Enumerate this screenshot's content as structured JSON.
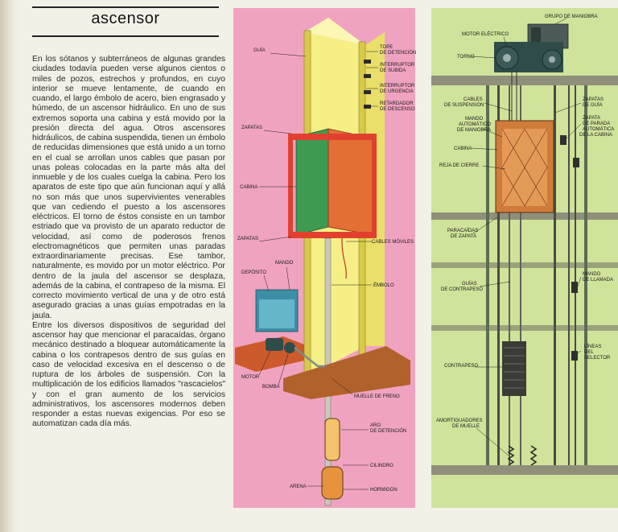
{
  "title": "ascensor",
  "article": {
    "paragraphs": [
      "En los sótanos y subterráneos de algunas grandes ciudades todavía pueden verse algunos cientos o miles de pozos, estrechos y profundos, en cuyo interior se mueve lentamente, de cuando en cuando, el largo émbolo de acero, bien engrasado y húmedo, de un ascensor hidráulico. En uno de sus extremos soporta una cabina y está movido por la presión directa del agua. Otros ascensores hidráulicos, de cabina suspendida, tienen un émbolo de reducidas dimensiones que está unido a un torno en el cual se arrollan unos cables que pasan por unas poleas colocadas en la parte más alta del inmueble y de los cuales cuelga la cabina. Pero los aparatos de este tipo que aún funcionan aquí y allá no son más que unos supervivientes venerables que van cediendo el puesto a los ascensores eléctricos. El torno de éstos consiste en un tambor estriado que va provisto de un aparato reductor de velocidad, así como de poderosos frenos electromagnéticos que permiten unas paradas extraordinariamente precisas. Ese tambor, naturalmente, es movido por un motor eléctrico. Por dentro de la jaula del ascensor se desplaza, además de la cabina, el contrapeso de la misma. El correcto movimiento vertical de una y de otro está asegurado gracias a unas guías empotradas en la jaula.",
      "Entre los diversos dispositivos de seguridad del ascensor hay que mencionar el paracaídas, órgano mecánico destinado a bloquear automáticamente la cabina o los contrapesos dentro de sus guías en caso de velocidad excesiva en el descenso o de ruptura de los árboles de suspensión. Con la multiplicación de los edificios llamados \"rascacielos\" y con el gran aumento de los servicios administrativos, los ascensores modernos deben responder a estas nuevas exigencias. Por eso se automatizan cada día más."
    ]
  },
  "diagram_hydraulic": {
    "labels": {
      "guia": "GUÍA",
      "zapatas_top": "ZAPATAS",
      "cabina": "CABINA",
      "zapatas_bottom": "ZAPATAS",
      "tope_line1": "TOPE",
      "tope_line2": "DE DETENCIÓN",
      "int_subida_line1": "INTERRUPTOR",
      "int_subida_line2": "DE SUBIDA",
      "int_urgencia_line1": "INTERRUPTOR",
      "int_urgencia_line2": "DE URGENCIA",
      "retardador_line1": "RETARDADOR",
      "retardador_line2": "DE DESCENSO",
      "cables_moviles": "CABLES MÓVILES",
      "mando": "MANDO",
      "deposito": "DEPÓSITO",
      "embolo": "ÉMBOLO",
      "motor": "MOTOR",
      "bomba": "BOMBA",
      "muelle_freno": "MUELLE DE FRENO",
      "aro_line1": "ARO",
      "aro_line2": "DE DETENCIÓN",
      "cilindro": "CILINDRO",
      "arena": "ARENA",
      "hormigon": "HORMIGÓN"
    }
  },
  "diagram_electric": {
    "labels": {
      "grupo_maniobra": "GRUPO DE MANIOBRA",
      "motor_electrico": "MOTOR ELÉCTRICO",
      "torno": "TORNO",
      "cables_susp_line1": "CABLES",
      "cables_susp_line2": "DE SUSPENSIÓN",
      "zapatas_guia_line1": "ZAPATAS",
      "zapatas_guia_line2": "DE GUÍA",
      "mando_auto_line1": "MANDO",
      "mando_auto_line2": "AUTOMÁTICO",
      "mando_auto_line3": "DE MANIOBRA",
      "zapata_parada_line1": "ZAPATA",
      "zapata_parada_line2": "DE PARADA",
      "zapata_parada_line3": "AUTOMÁTICA",
      "zapata_parada_line4": "DE LA CABINA",
      "cabina": "CABINA",
      "reja_cierre": "REJA DE CIERRE",
      "paracaidas_line1": "PARACAÍDAS",
      "paracaidas_line2": "DE ZAPATA",
      "guias_contrapeso_line1": "GUÍAS",
      "guias_contrapeso_line2": "DE CONTRAPESO",
      "mando_llamada_line1": "MANDO",
      "mando_llamada_line2": "DE LLAMADA",
      "contrapeso": "CONTRAPESO",
      "lineas_line1": "LÍNEAS",
      "lineas_line2": "DEL",
      "lineas_line3": "SELECTOR",
      "amortiguadores_line1": "AMORTIGUADORES",
      "amortiguadores_line2": "DE MUELLE"
    }
  },
  "colors": {
    "pink_panel": "#f0a3c0",
    "green_panel": "#cfe39a",
    "shaft_yellow": "#f6ef86",
    "cabin_green": "#3f9a53",
    "cabin_red": "#e2402f",
    "cabin_orange": "#e36f35",
    "machinery": "#2f4c4a"
  }
}
